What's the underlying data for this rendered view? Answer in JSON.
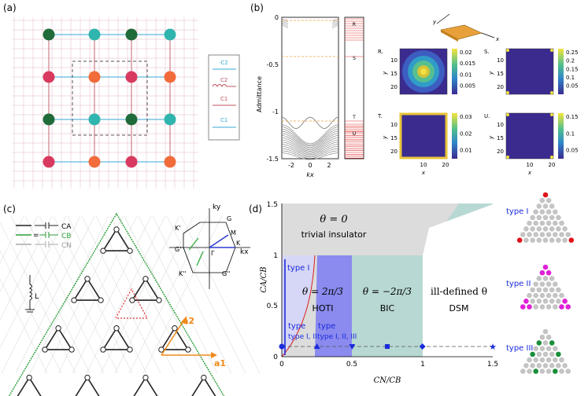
{
  "panels": {
    "a": {
      "label": "(a)",
      "legend": [
        "-C2",
        "C2",
        "C1",
        "C1"
      ],
      "colors": [
        "#1f6b3a",
        "#2fb5ad",
        "#d83a5f",
        "#f26b3a"
      ]
    },
    "b": {
      "label": "(b)",
      "ylabel": "Admittance",
      "xlabel": "kx",
      "yticks": [
        "0",
        "-0.5",
        "-1",
        "-1.5"
      ],
      "xticks": [
        "-2",
        "0",
        "2"
      ],
      "marks": [
        "R",
        "S",
        "T",
        "U"
      ],
      "cube_axes": [
        "y",
        "x"
      ],
      "maps": [
        {
          "tag": "R.",
          "ticks": [
            "0.02",
            "0.015",
            "0.01",
            "0.005"
          ]
        },
        {
          "tag": "S.",
          "ticks": [
            "0.25",
            "0.2",
            "0.15",
            "0.1",
            "0.05"
          ]
        },
        {
          "tag": "T.",
          "ticks": [
            "0.03",
            "0.02",
            "0.01"
          ]
        },
        {
          "tag": "U.",
          "ticks": [
            "0.15",
            "0.1",
            "0.05"
          ]
        }
      ],
      "map_yticks": [
        "10",
        "15",
        "20"
      ],
      "map_xticks": [
        "10",
        "20"
      ],
      "map_ylabel": "y",
      "map_xlabel": "x"
    },
    "c": {
      "label": "(c)",
      "legend": [
        "CA",
        "CB",
        "CN"
      ],
      "inductor_label": "L",
      "bz_labels": [
        "ky",
        "kx",
        "K'",
        "G",
        "M",
        "K",
        "G'",
        "Γ",
        "K''",
        "G''"
      ],
      "a1": "a1",
      "a2": "a2"
    },
    "d": {
      "label": "(d)",
      "xlabel": "CN/CB",
      "ylabel": "CA/CB",
      "xticks": [
        "0",
        "0.5",
        "1",
        "1.5"
      ],
      "yticks": [
        "0",
        "0.5",
        "1",
        "1.5"
      ],
      "regions": {
        "trivial_theta": "θ = 0",
        "trivial": "trivial insulator",
        "hoti_theta": "θ = 2π/3",
        "hoti": "HOTI",
        "bic_theta": "θ = −2π/3",
        "bic": "BIC",
        "dsm_theta": "ill-defined θ",
        "dsm": "DSM"
      },
      "type_labels": [
        "type I",
        "type I, II",
        "type I, II, III"
      ],
      "triangles": [
        "type I",
        "type II",
        "type III"
      ]
    }
  },
  "chart_data": [
    {
      "type": "line",
      "title": "",
      "xlabel": "kx",
      "ylabel": "Admittance",
      "xlim": [
        -3.14,
        3.14
      ],
      "ylim": [
        -1.5,
        0
      ],
      "markers": [
        {
          "name": "R",
          "y": -0.02
        },
        {
          "name": "S",
          "y": -0.42
        },
        {
          "name": "T",
          "y": -1.1
        },
        {
          "name": "U",
          "y": -1.2
        }
      ]
    },
    {
      "type": "scatter",
      "title": "",
      "xlabel": "CN/CB",
      "ylabel": "CA/CB",
      "xlim": [
        0,
        1.5
      ],
      "ylim": [
        0,
        1.5
      ],
      "x": [
        0,
        0.25,
        0.5,
        0.75,
        1,
        1.5
      ],
      "y": [
        0.1,
        0.1,
        0.1,
        0.1,
        0.1,
        0.1
      ]
    }
  ]
}
